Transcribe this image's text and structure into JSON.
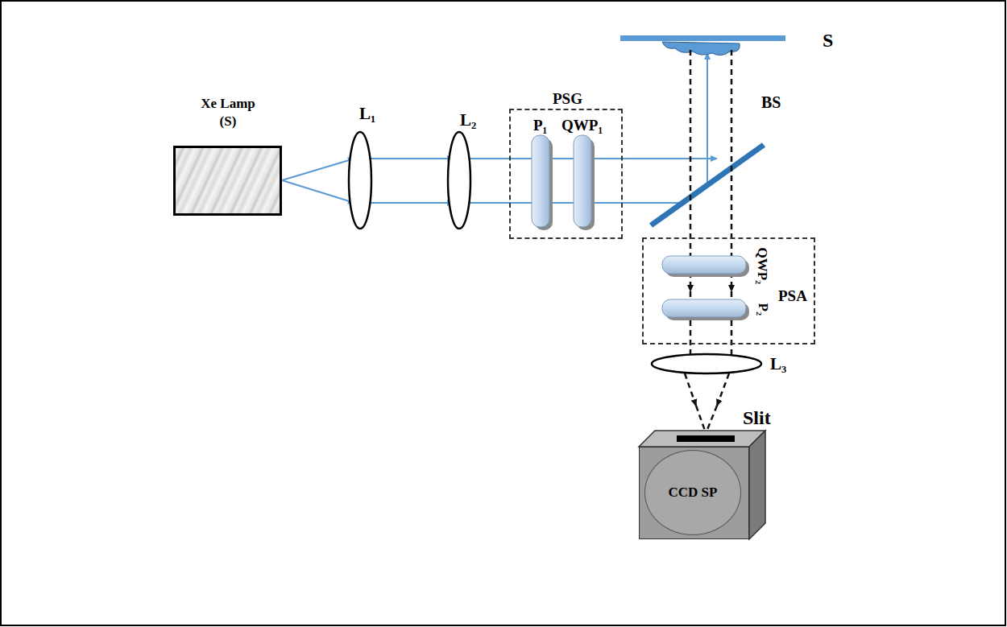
{
  "diagram": {
    "nodes": [
      {
        "text": [
          "Xe Lamp (S)"
        ]
      },
      {
        "text": [
          "PSG"
        ]
      },
      {
        "text": [
          "PSA"
        ]
      },
      {
        "text": [
          "Slit",
          "CCD SP"
        ]
      }
    ],
    "labels": [
      "S",
      "BS",
      "L₁",
      "L₂",
      "P₁",
      "QWP₁",
      "QWP₂",
      "P₂",
      "L₃"
    ]
  }
}
